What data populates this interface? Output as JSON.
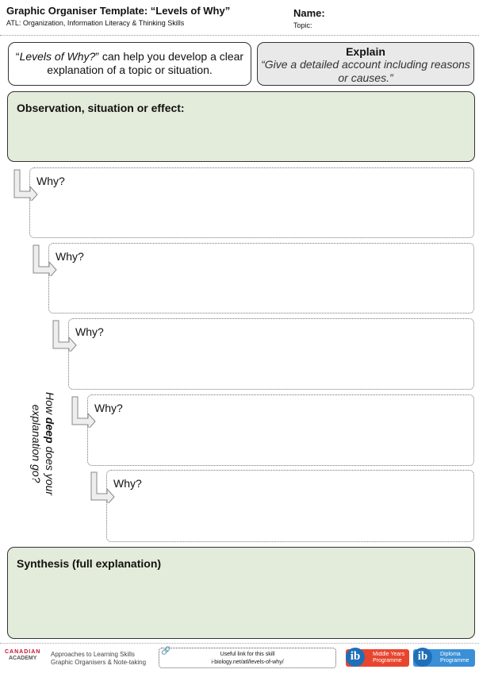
{
  "header": {
    "title": "Graphic Organiser Template: “Levels of Why”",
    "subtitle": "ATL: Organization, Information Literacy & Thinking Skills",
    "name_label": "Name:",
    "topic_label": "Topic:"
  },
  "intro": {
    "italic": "Levels of Why?",
    "open_quote": "“",
    "close_quote": "”",
    "rest": " can help you develop a clear explanation of a topic or situation."
  },
  "explain": {
    "heading": "Explain",
    "quote": "“Give a detailed account including reasons or causes.”"
  },
  "observation": {
    "label": "Observation, situation or effect:"
  },
  "levels": [
    {
      "label": "Why?"
    },
    {
      "label": "Why?"
    },
    {
      "label": "Why?"
    },
    {
      "label": "Why?"
    },
    {
      "label": "Why?"
    }
  ],
  "depth_note": {
    "before": "How ",
    "bold": "deep",
    "after": " does your explanation go?"
  },
  "synthesis": {
    "label": "Synthesis (full explanation)"
  },
  "footer": {
    "logo_top": "CANADIAN",
    "logo_bottom": "ACADEMY",
    "atl_line1": "Approaches to Learning Skills",
    "atl_line2": "Graphic Organisers & Note-taking",
    "link_title": "Useful link for this skill",
    "link_url": "i-biology.net/atl/levels-of-why/",
    "myp_line1": "Middle Years",
    "myp_line2": "Programme",
    "dp_line1": "Diploma",
    "dp_line2": "Programme",
    "ib_mark": "ib",
    "myp_color": "#e8452f",
    "dp_color": "#3a8fd6",
    "ib_blue": "#1e6fb8"
  }
}
